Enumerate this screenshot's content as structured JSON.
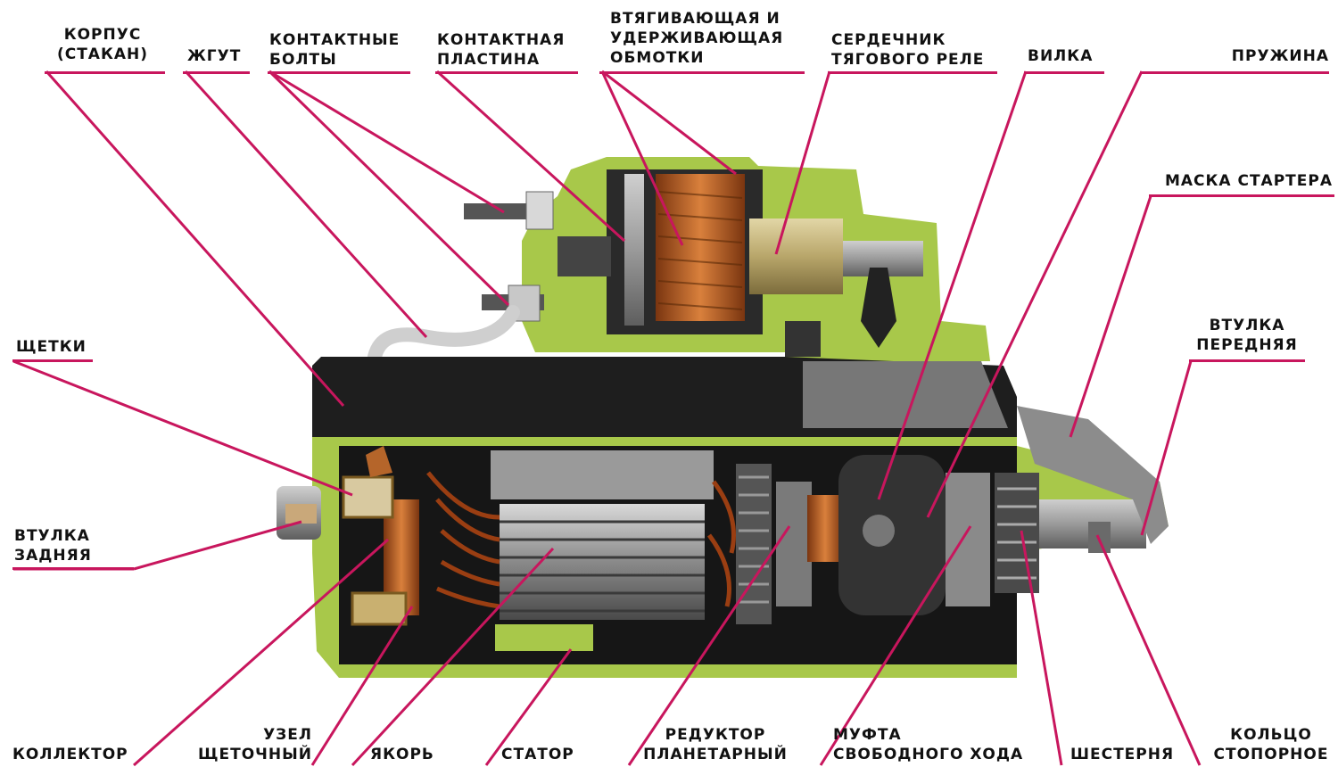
{
  "labels": {
    "korpus": [
      "КОРПУС",
      "(СТАКАН)"
    ],
    "zhgut": [
      "ЖГУТ"
    ],
    "kontaktnye_bolty": [
      "КОНТАКТНЫЕ",
      "БОЛТЫ"
    ],
    "kontaktnaya_plastina": [
      "КОНТАКТНАЯ",
      "ПЛАСТИНА"
    ],
    "obmotki": [
      "ВТЯГИВАЮЩАЯ И",
      "УДЕРЖИВАЮЩАЯ",
      "ОБМОТКИ"
    ],
    "serdechnik": [
      "СЕРДЕЧНИК",
      "ТЯГОВОГО РЕЛЕ"
    ],
    "vilka": [
      "ВИЛКА"
    ],
    "pruzhina": [
      "ПРУЖИНА"
    ],
    "maska": [
      "МАСКА СТАРТЕРА"
    ],
    "vtulka_perednyaya": [
      "ВТУЛКА",
      "ПЕРЕДНЯЯ"
    ],
    "shchetki": [
      "ЩЕТКИ"
    ],
    "vtulka_zadnyaya": [
      "ВТУЛКА",
      "ЗАДНЯЯ"
    ],
    "kollektor": [
      "КОЛЛЕКТОР"
    ],
    "uzel_shchetochny": [
      "УЗЕЛ",
      "ЩЕТОЧНЫЙ"
    ],
    "yakor": [
      "ЯКОРЬ"
    ],
    "stator": [
      "СТАТОР"
    ],
    "reduktor": [
      "РЕДУКТОР",
      "ПЛАНЕТАРНЫЙ"
    ],
    "mufta": [
      "МУФТА",
      "СВОБОДНОГО ХОДА"
    ],
    "shesternya": [
      "ШЕСТЕРНЯ"
    ],
    "koltso": [
      "КОЛЬЦО",
      "СТОПОРНОЕ"
    ]
  },
  "colors": {
    "leader": "#c8165d",
    "section_cut": "#a8c84a",
    "housing": "#1e1e1e",
    "copper": "#b5652a"
  }
}
